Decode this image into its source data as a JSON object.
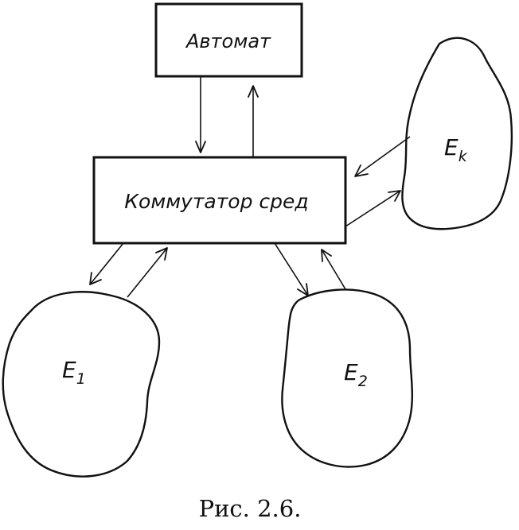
{
  "nodes": {
    "automaton": "Автомат",
    "switch": "Коммутатор сред",
    "env_k": "E",
    "env_k_sub": "k",
    "env_1": "E",
    "env_1_sub": "1",
    "env_2": "E",
    "env_2_sub": "2"
  },
  "caption": "Рис. 2.6."
}
